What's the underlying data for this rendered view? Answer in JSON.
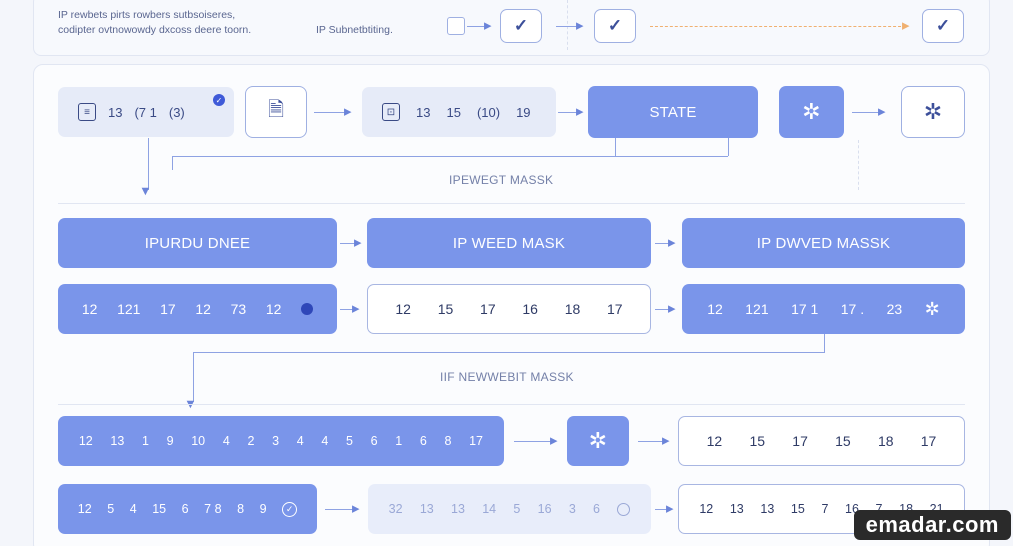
{
  "intro": {
    "line1": "IP rewbets pirts rowbers sutbsoiseres,",
    "line2": "codipter ovtnowowdy dxcoss deere toorn.",
    "note": "IP Subnetbtiting."
  },
  "top_checks": [
    "✓",
    "✓",
    "✓"
  ],
  "row1": {
    "source_values": [
      "13",
      "(7 1",
      "(3)"
    ],
    "mid_values": [
      "13",
      "15",
      "(10)",
      "19"
    ],
    "state_label": "STATE"
  },
  "labels": {
    "mid1": "IPEWEGT MASSK",
    "mid2": "IIF NEWWEBIT MASSK"
  },
  "row2": {
    "headers": [
      "IPURDU DNEE",
      "IP WEED MASK",
      "IP DWVED MASSK"
    ]
  },
  "row3": {
    "a": [
      "12",
      "121",
      "17",
      "12",
      "73",
      "12"
    ],
    "b": [
      "12",
      "15",
      "17",
      "16",
      "18",
      "17"
    ],
    "c": [
      "12",
      "121",
      "17 1",
      "17 .",
      "23"
    ]
  },
  "row4": {
    "a": [
      "12",
      "13",
      "1",
      "9",
      "10",
      "4",
      "2",
      "3",
      "4",
      "4",
      "5",
      "6",
      "1",
      "6",
      "8",
      "17"
    ],
    "b": [
      "12",
      "15",
      "17",
      "15",
      "18",
      "17"
    ]
  },
  "row5": {
    "a": [
      "12",
      "5",
      "4",
      "15",
      "6",
      "7 8",
      "8",
      "9"
    ],
    "b": [
      "32",
      "13",
      "13",
      "14",
      "5",
      "16",
      "3",
      "6"
    ],
    "c": [
      "12",
      "13",
      "13",
      "15",
      "7",
      "16",
      "7",
      "18",
      "21"
    ]
  },
  "watermark": "emadar.com",
  "colors": {
    "accent": "#7a95ea",
    "accent_dark": "#3f5ad8",
    "dashed": "#f0b070"
  }
}
